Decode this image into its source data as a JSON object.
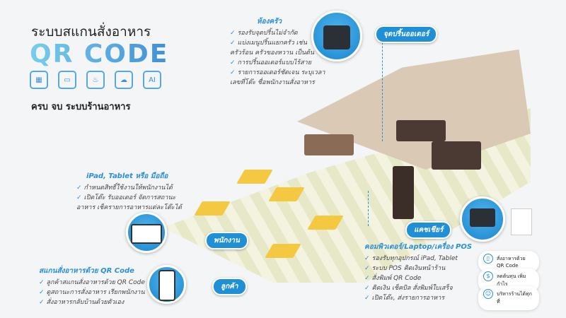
{
  "header": {
    "title": "ระบบสแกนสั่งอาหาร",
    "brand": "QR CODE",
    "subtitle": "ครบ จบ ระบบร้านอาหาร",
    "icons": [
      "qr-scan-icon",
      "pos-terminal-icon",
      "chef-icon",
      "cloud-network-icon",
      "ai-chip-icon"
    ]
  },
  "kitchen": {
    "title": "ห้องครัว",
    "items": [
      "รองรับจุดปริ้นไม่จำกัด",
      "แบ่งเมนูปริ้นแยกครัว เช่น",
      "ครัวร้อน ครัวของหวาน เป็นต้น",
      "การปริ้นออเดอร์แบบไร้สาย",
      "รายการออเดอร์ชัดเจน ระบุเวลา",
      "เลขที่โต๊ะ ชื่อพนักงานสั่งอาหาร"
    ]
  },
  "tablet": {
    "title": "iPad, Tablet หรือ มือถือ",
    "items": [
      "กำหนดสิทธิ์ใช้งานให้พนักงานได้",
      "เปิดโต๊ะ รับออเดอร์ จัดการสถานะ",
      "อาหาร เช็ครายการอาหารแต่ละโต๊ะได้"
    ]
  },
  "customer": {
    "title": "สแกนสั่งอาหารด้วย QR Code",
    "items": [
      "ลูกค้าสแกนสั่งอาหารด้วย QR Code",
      "ดูสถานะการสั่งอาหาร เรียกพนักงาน",
      "สั่งอาหารกลับบ้านด้วยตัวเอง"
    ]
  },
  "pos": {
    "title": "คอมพิวเตอร์/Laptop/เครื่อง POS",
    "items": [
      "รองรับทุกอุปกรณ์ iPad, Tablet",
      "ระบบ POS คิดเงินหน้าร้าน",
      "สั่งพิมพ์ QR Code",
      "คิดเงิน เช็คบิล สั่งพิมพ์ใบเสร็จ",
      "เปิดโต๊ะ, ส่งรายการอาหาร"
    ]
  },
  "tags": {
    "printer": "จุดปริ้นออเดอร์",
    "cashier": "แคชเชียร์",
    "staff": "พนักงาน",
    "customer": "ลูกค้า"
  },
  "features": [
    {
      "icon": "phone-qr-icon",
      "label": "สั่งอาหารด้วย QR Code"
    },
    {
      "icon": "dollar-icon",
      "label": "ลดต้นทุน เพิ่มกำไร"
    },
    {
      "icon": "manage-icon",
      "label": "บริหารร้านได้ทุกที่"
    }
  ],
  "colors": {
    "accent": "#1f8fd6",
    "floor": "#e7e8c8"
  }
}
